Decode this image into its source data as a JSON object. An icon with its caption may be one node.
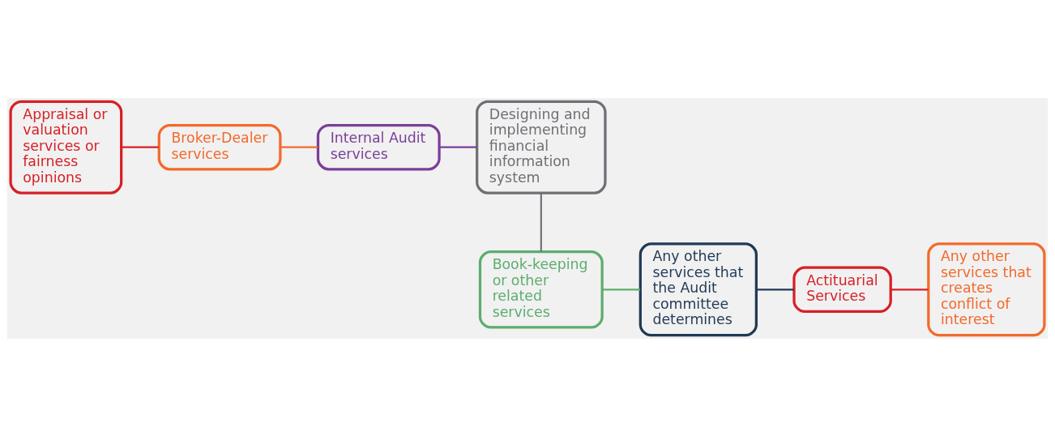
{
  "diagram": {
    "nodes": [
      {
        "text": [
          "Appraisal or valuation services or fairness opinions"
        ]
      },
      {
        "text": [
          "Broker-Dealer services"
        ]
      },
      {
        "text": [
          "Internal Audit services"
        ]
      },
      {
        "text": [
          "Designing and implementing financial information system"
        ]
      },
      {
        "text": [
          "Book-keeping or other related services"
        ]
      },
      {
        "text": [
          "Any other services that the Audit committee determines"
        ]
      },
      {
        "text": [
          "Actituarial Services"
        ]
      },
      {
        "text": [
          "Any other services that creates conflict of interest"
        ]
      }
    ],
    "edges": [
      {
        "from": 0,
        "to": 1,
        "arrow": "none",
        "color": "#d71f26"
      },
      {
        "from": 1,
        "to": 2,
        "arrow": "none",
        "color": "#f26a2c"
      },
      {
        "from": 2,
        "to": 3,
        "arrow": "none",
        "color": "#7b3f98"
      },
      {
        "from": 3,
        "to": 4,
        "arrow": "none",
        "color": "#6d7075"
      },
      {
        "from": 4,
        "to": 5,
        "arrow": "none",
        "color": "#5cad6e"
      },
      {
        "from": 5,
        "to": 6,
        "arrow": "none",
        "color": "#1f3a55"
      },
      {
        "from": 6,
        "to": 7,
        "arrow": "none",
        "color": "#d71f26"
      }
    ]
  }
}
